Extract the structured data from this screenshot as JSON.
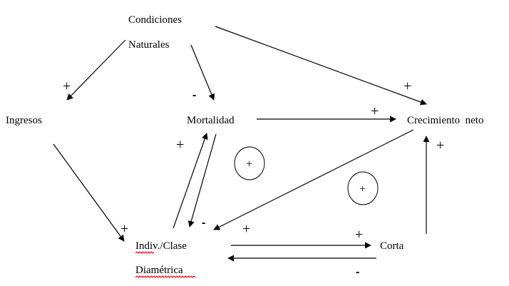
{
  "nodes": {
    "condiciones_line1": "Condiciones",
    "condiciones_line2": "Naturales",
    "ingresos": "Ingresos",
    "mortalidad": "Mortalidad",
    "crecimiento": "Crecimiento  neto",
    "indiv_line1": "Indiv./Clase",
    "indiv_line2": "Diamétrica",
    "corta": "Corta"
  },
  "polarities": {
    "condiciones_to_ingresos": "+",
    "condiciones_to_mortalidad": "-",
    "condiciones_to_crecimiento": "+",
    "ingresos_to_indiv": "+",
    "indiv_to_mortalidad": "+",
    "mortalidad_to_indiv": "-",
    "mortalidad_to_crecimiento": "+",
    "crecimiento_to_indiv": "+",
    "indiv_to_corta": "+",
    "corta_to_indiv": "-",
    "corta_to_crecimiento": "+"
  },
  "loops": {
    "loop1": "+",
    "loop2": "+"
  }
}
